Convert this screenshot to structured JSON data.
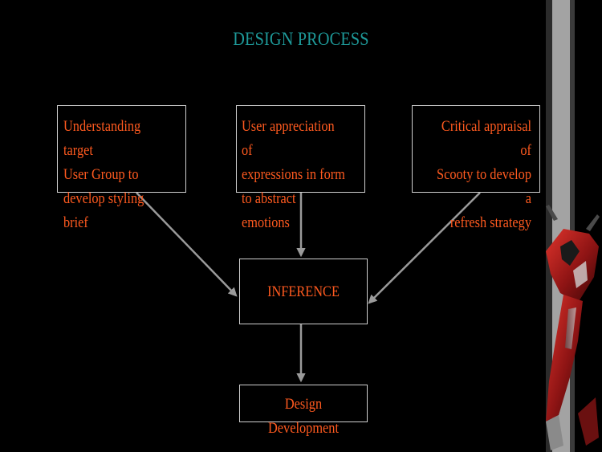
{
  "title": "DESIGN PROCESS",
  "colors": {
    "title": "#1e9a9a",
    "text": "#ff5a1f",
    "box_border": "#cfcfcf",
    "arrow": "#9a9a9a",
    "background": "#000000"
  },
  "boxes": {
    "target_group": "Understanding target\nUser Group to\ndevelop styling brief",
    "user_appreciation": "User appreciation of\nexpressions in form\nto abstract emotions",
    "critical_appraisal": "Critical appraisal of\nScooty to develop a\nrefresh strategy",
    "inference": "INFERENCE",
    "design_development": "Design Development"
  },
  "decorations": {
    "scooter_image": "red-scooter-illustration"
  }
}
